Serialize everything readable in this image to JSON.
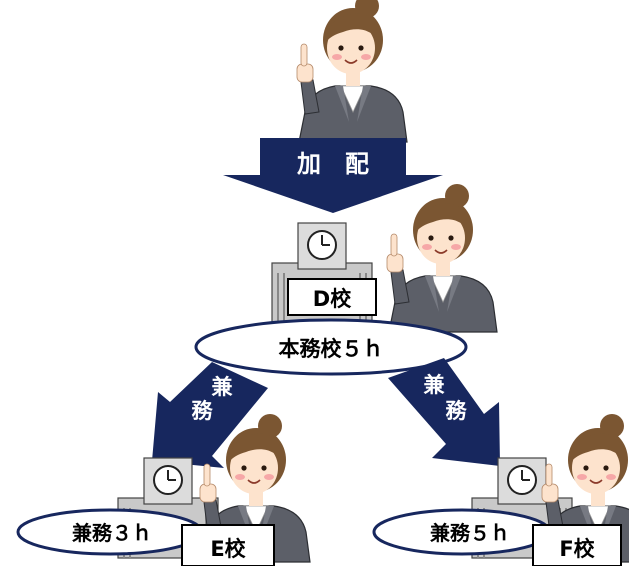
{
  "arrows": {
    "top": "加　配",
    "left": [
      "兼",
      "務"
    ],
    "right": [
      "兼",
      "務"
    ]
  },
  "schools": {
    "d": {
      "name": "D校",
      "hours": "本務校５ｈ"
    },
    "e": {
      "name": "E校",
      "hours": "兼務３ｈ"
    },
    "f": {
      "name": "F校",
      "hours": "兼務５ｈ"
    }
  },
  "colors": {
    "arrow": "#17275e",
    "oval_border": "#17275e",
    "suit": "#5a5d66",
    "skin": "#fde3cd",
    "hair": "#7b5632"
  }
}
